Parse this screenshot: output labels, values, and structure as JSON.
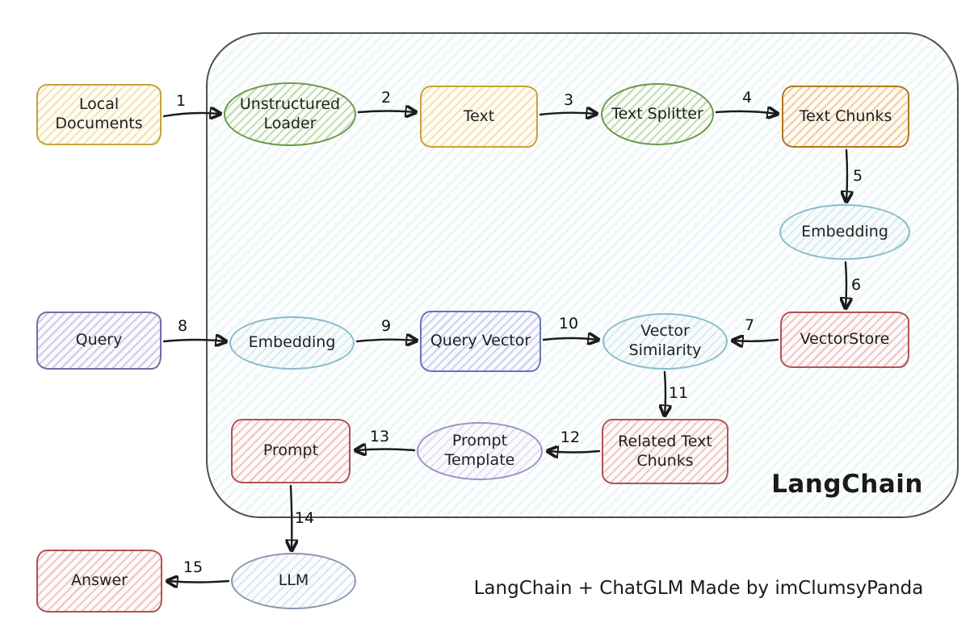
{
  "title": "LangChain",
  "caption": "LangChain + ChatGLM Made by imClumsyPanda",
  "nodes": {
    "local_documents": {
      "label": "Local Documents",
      "shape": "rect",
      "color": "#c6a13c"
    },
    "unstructured_loader": {
      "label": "Unstructured Loader",
      "shape": "ellipse",
      "color": "#699a4c"
    },
    "text": {
      "label": "Text",
      "shape": "rect",
      "color": "#c6a13c"
    },
    "text_splitter": {
      "label": "Text Splitter",
      "shape": "ellipse",
      "color": "#699a4c"
    },
    "text_chunks": {
      "label": "Text Chunks",
      "shape": "rect",
      "color": "#b5761f"
    },
    "embedding_docs": {
      "label": "Embedding",
      "shape": "ellipse",
      "color": "#88bcc8"
    },
    "vectorstore": {
      "label": "VectorStore",
      "shape": "rect",
      "color": "#b25353"
    },
    "vector_similarity": {
      "label": "Vector Similarity",
      "shape": "ellipse",
      "color": "#88bcc8"
    },
    "query": {
      "label": "Query",
      "shape": "rect",
      "color": "#776aab"
    },
    "embedding_query": {
      "label": "Embedding",
      "shape": "ellipse",
      "color": "#88bcc8"
    },
    "query_vector": {
      "label": "Query Vector",
      "shape": "rect",
      "color": "#6376bd"
    },
    "related_text_chunks": {
      "label": "Related Text Chunks",
      "shape": "rect",
      "color": "#b25353"
    },
    "prompt_template": {
      "label": "Prompt Template",
      "shape": "ellipse",
      "color": "#9a93c0"
    },
    "prompt": {
      "label": "Prompt",
      "shape": "rect",
      "color": "#b25353"
    },
    "llm": {
      "label": "LLM",
      "shape": "ellipse",
      "color": "#8a97ad"
    },
    "answer": {
      "label": "Answer",
      "shape": "rect",
      "color": "#b25353"
    }
  },
  "edges": {
    "e1": {
      "label": "1",
      "from": "local_documents",
      "to": "unstructured_loader"
    },
    "e2": {
      "label": "2",
      "from": "unstructured_loader",
      "to": "text"
    },
    "e3": {
      "label": "3",
      "from": "text",
      "to": "text_splitter"
    },
    "e4": {
      "label": "4",
      "from": "text_splitter",
      "to": "text_chunks"
    },
    "e5": {
      "label": "5",
      "from": "text_chunks",
      "to": "embedding_docs"
    },
    "e6": {
      "label": "6",
      "from": "embedding_docs",
      "to": "vectorstore"
    },
    "e7": {
      "label": "7",
      "from": "vectorstore",
      "to": "vector_similarity"
    },
    "e8": {
      "label": "8",
      "from": "query",
      "to": "embedding_query"
    },
    "e9": {
      "label": "9",
      "from": "embedding_query",
      "to": "query_vector"
    },
    "e10": {
      "label": "10",
      "from": "query_vector",
      "to": "vector_similarity"
    },
    "e11": {
      "label": "11",
      "from": "vector_similarity",
      "to": "related_text_chunks"
    },
    "e12": {
      "label": "12",
      "from": "related_text_chunks",
      "to": "prompt_template"
    },
    "e13": {
      "label": "13",
      "from": "prompt_template",
      "to": "prompt"
    },
    "e14": {
      "label": "14",
      "from": "prompt",
      "to": "llm"
    },
    "e15": {
      "label": "15",
      "from": "llm",
      "to": "answer"
    }
  }
}
